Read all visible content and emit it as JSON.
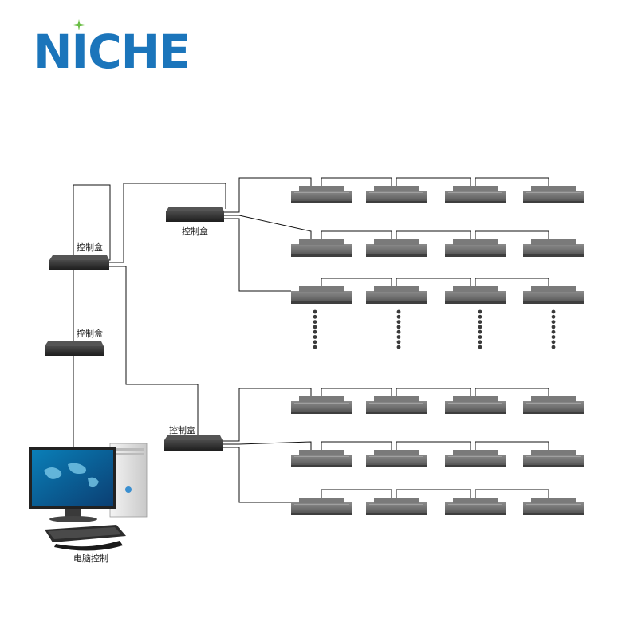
{
  "brand": {
    "name": "NICHE",
    "colors": {
      "blue": "#1b75bb",
      "green": "#6abd45"
    }
  },
  "labels": {
    "control_box": "控制盒",
    "pc_control": "电脑控制"
  },
  "icons": [
    "control-box-icon",
    "light-fixture-icon",
    "computer-icon",
    "continuation-dots-icon"
  ],
  "groups": [
    {
      "rows": 3,
      "columns": 4,
      "continues": true
    },
    {
      "rows": 3,
      "columns": 4,
      "continues": false
    }
  ]
}
